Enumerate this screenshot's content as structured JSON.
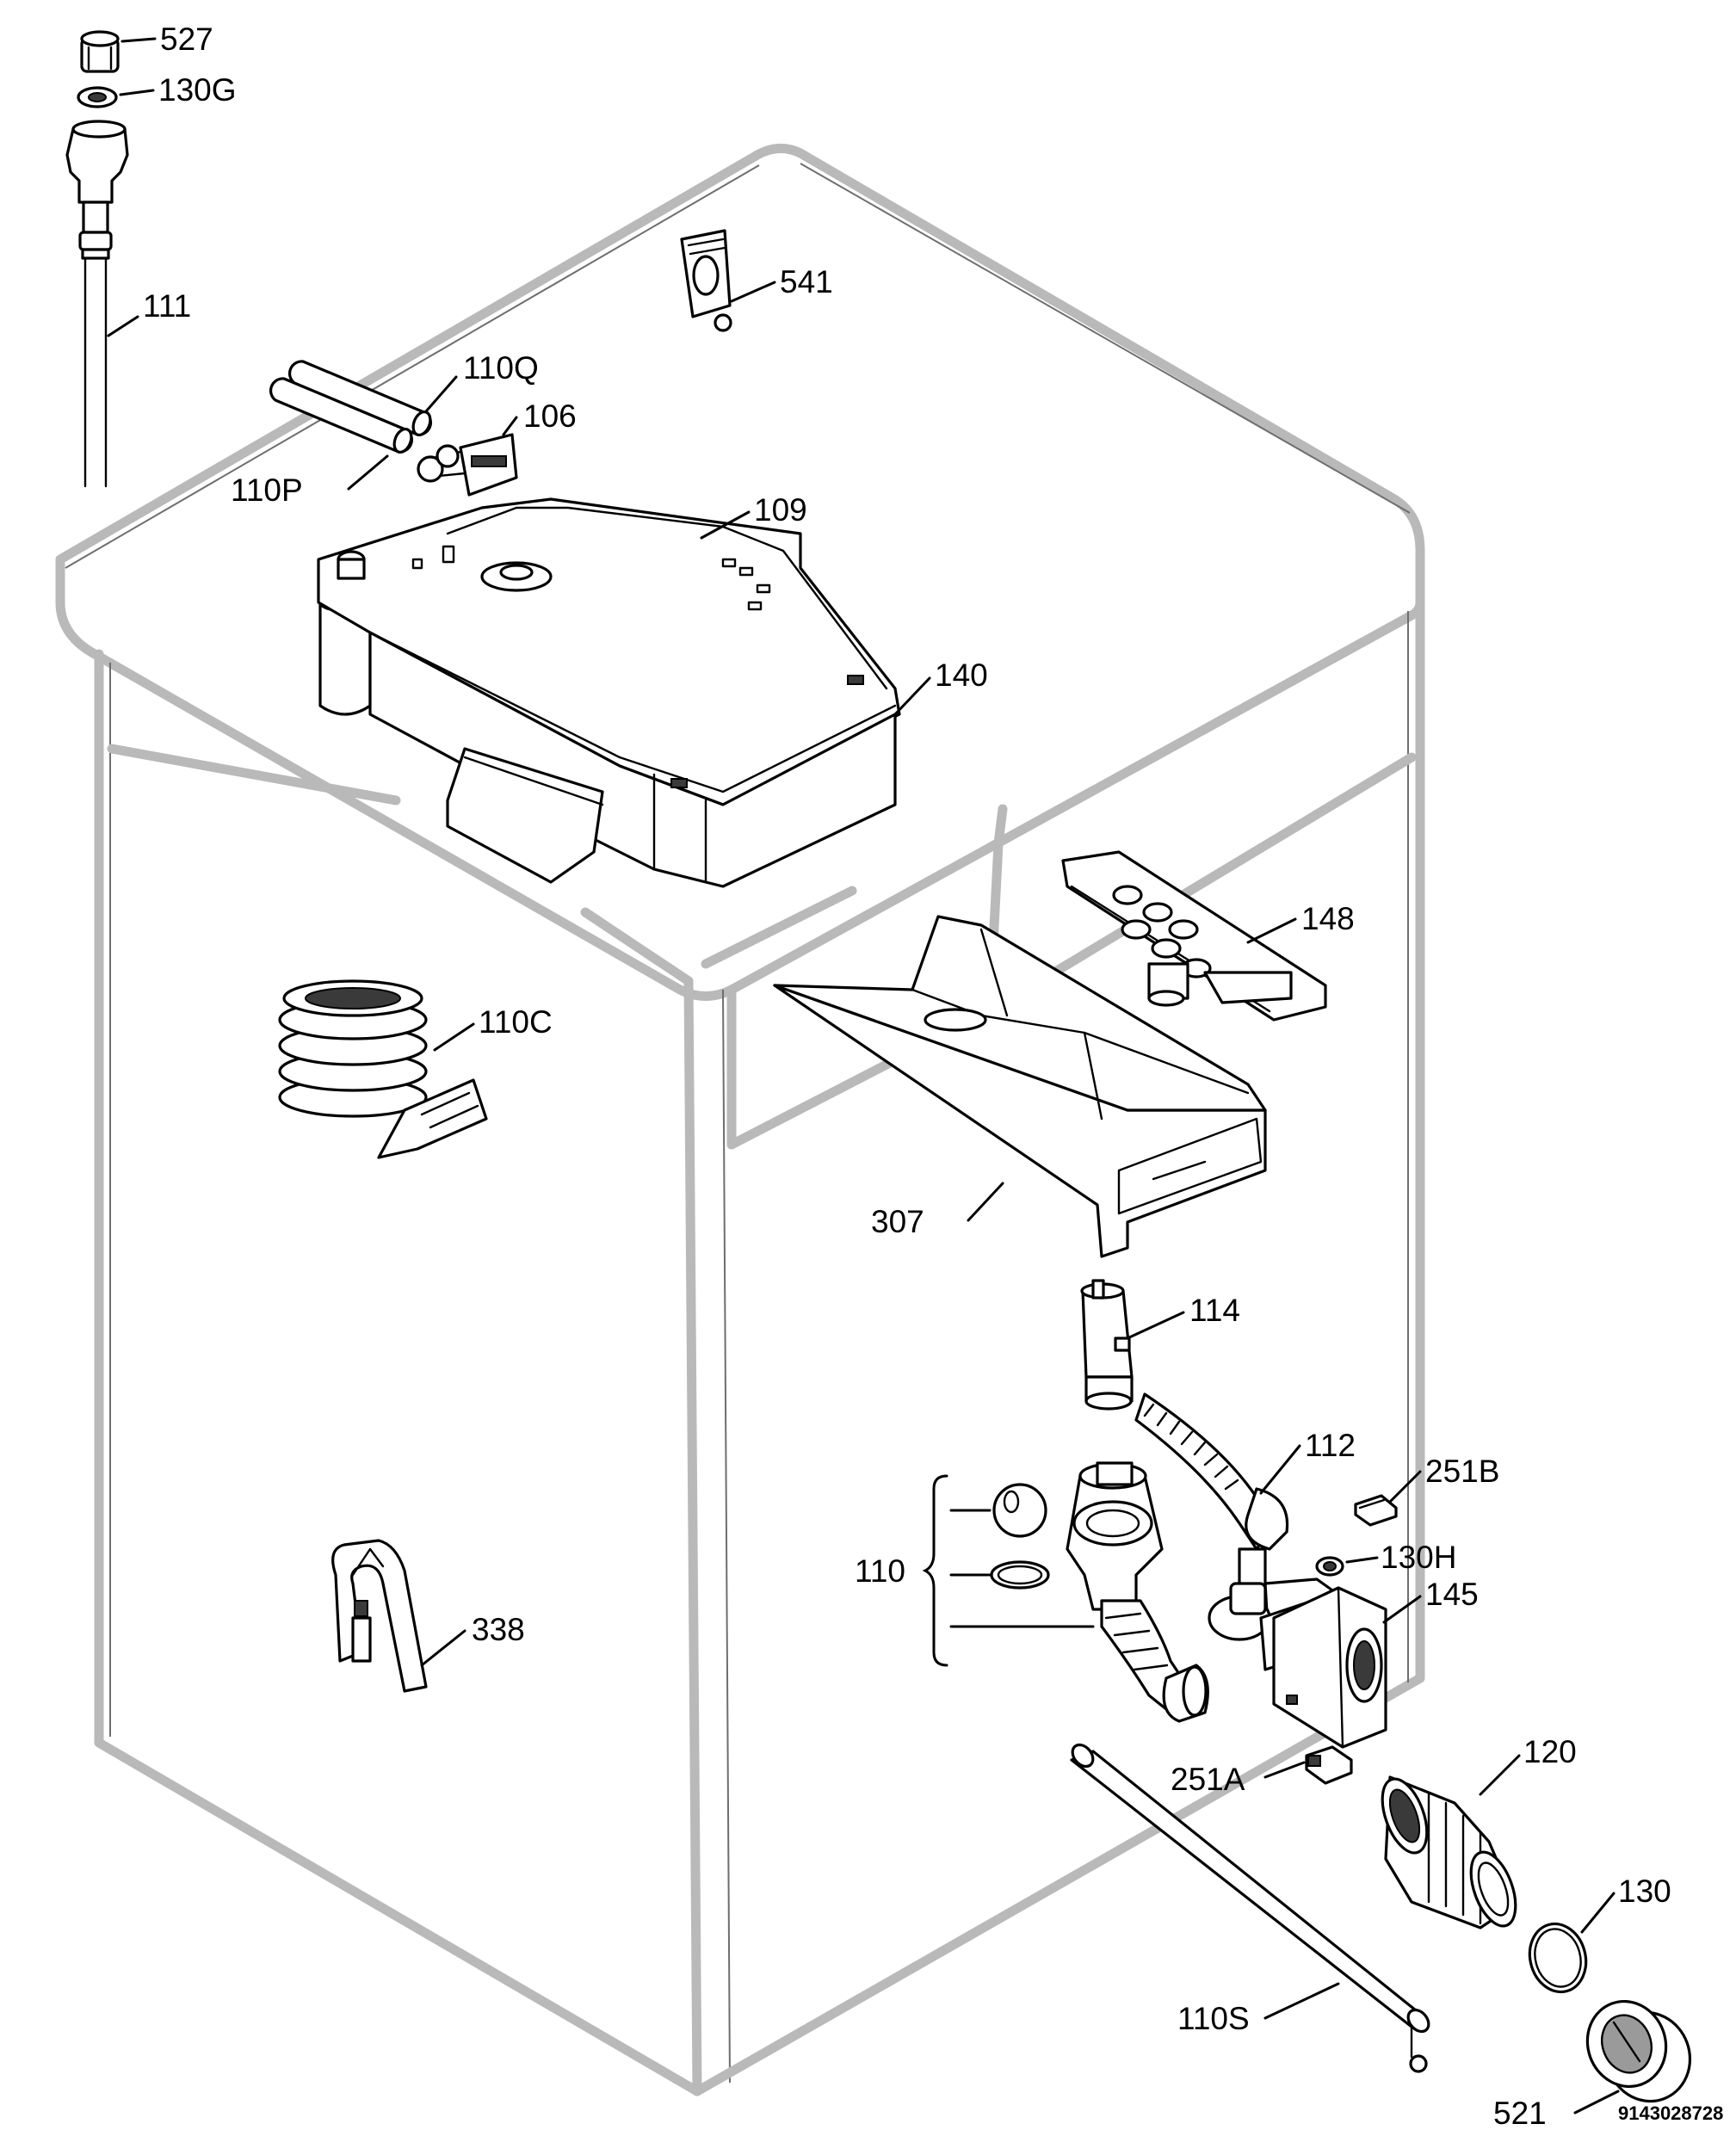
{
  "labels": {
    "p527": "527",
    "p130g": "130G",
    "p111": "111",
    "p541": "541",
    "p110q": "110Q",
    "p106": "106",
    "p110p": "110P",
    "p109": "109",
    "p140": "140",
    "p148": "148",
    "p110c": "110C",
    "p307": "307",
    "p114": "114",
    "p112": "112",
    "p251b": "251B",
    "p110": "110",
    "p130h": "130H",
    "p145": "145",
    "p338": "338",
    "p251a": "251A",
    "p120": "120",
    "p130": "130",
    "p110s": "110S",
    "p521": "521"
  },
  "document_number": "9143028728"
}
